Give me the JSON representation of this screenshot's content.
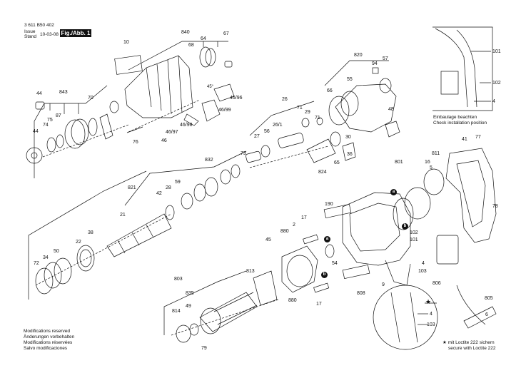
{
  "header": {
    "doc_number": "3 611 B50 402",
    "issue_label": "Issue",
    "stand_label": "Stand",
    "date": "10-03-08",
    "figure": "Fig./Abb. 1"
  },
  "footer": {
    "mod_en": "Modifications reserved",
    "mod_de": "Änderungen vorbehalten",
    "mod_fr": "Modifications réservées",
    "mod_es": "Salvo modificaciones"
  },
  "inset": {
    "note_de": "Einbaulage beachten",
    "note_en": "Check installation position"
  },
  "loctite": {
    "line1": "★ mit Loctite 222 sichern",
    "line2": "secure with Loctite 222"
  },
  "markers": [
    "a",
    "b",
    "a",
    "b"
  ],
  "parts": {
    "p10": "10",
    "p840": "840",
    "p64": "64",
    "p67": "67",
    "p68": "68",
    "p45deg": "45°",
    "p46_96": "46/96",
    "p46_99": "46/99",
    "p46_98": "46/98",
    "p46_97": "46/97",
    "p46": "46",
    "p76": "76",
    "p44a": "44",
    "p843": "843",
    "p75": "75",
    "p87": "87",
    "p74": "74",
    "p70": "70",
    "p44b": "44",
    "p820": "820",
    "p94": "94",
    "p57": "57",
    "p55": "55",
    "p66": "66",
    "p48": "48",
    "p26": "26",
    "p71a": "71",
    "p29": "29",
    "p26_1": "26/1",
    "p71b": "71",
    "p56": "56",
    "p27": "27",
    "p30": "30",
    "p36": "36",
    "p65": "65",
    "p824": "824",
    "p73": "73",
    "p832": "832",
    "p59": "59",
    "p28": "28",
    "p42": "42",
    "p821": "821",
    "p21": "21",
    "p38": "38",
    "p22": "22",
    "p50": "50",
    "p34": "34",
    "p72": "72",
    "p190": "190",
    "p17a": "17",
    "p2": "2",
    "p880a": "880",
    "p45": "45",
    "p813": "813",
    "p54": "54",
    "p880b": "880",
    "p17b": "17",
    "p808": "808",
    "p9": "9",
    "p801": "801",
    "p811": "811",
    "p16": "16",
    "p5": "5",
    "p41": "41",
    "p77": "77",
    "p78": "78",
    "p102a": "102",
    "p101a": "101",
    "p4a": "4",
    "p103a": "103",
    "p806": "806",
    "p805": "805",
    "p6": "6",
    "p803": "803",
    "p835": "835",
    "p814": "814",
    "p49": "49",
    "p79": "79",
    "p101b": "101",
    "p102b": "102",
    "p4b": "4",
    "p4c": "4",
    "p103b": "103"
  }
}
